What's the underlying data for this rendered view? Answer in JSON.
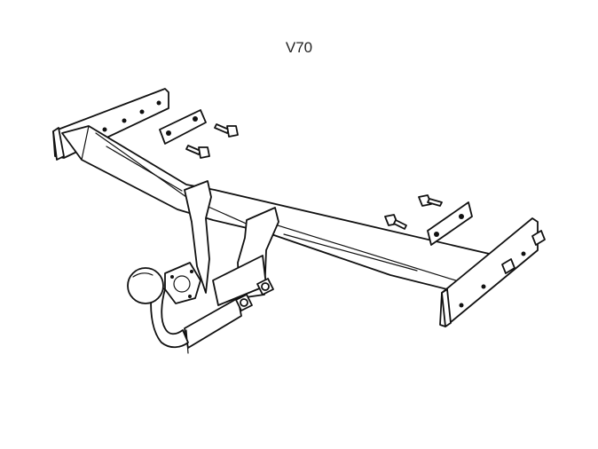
{
  "diagram": {
    "title": "V70",
    "parts": {
      "main_crossbar": "crossbar",
      "left_side_bracket": "left-side-plate",
      "right_side_bracket": "right-side-plate",
      "tow_ball": "tow-ball",
      "socket_plate": "socket-plate",
      "spacer_plates": [
        "spacer-plate-left",
        "spacer-plate-right"
      ],
      "bolts": 6
    },
    "colors": {
      "line": "#111111",
      "fill": "#ffffff"
    }
  }
}
